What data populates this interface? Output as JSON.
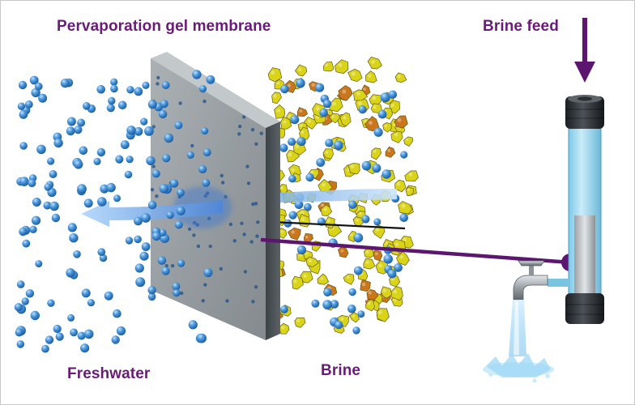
{
  "labels": {
    "membrane": "Pervaporation gel membrane",
    "brine_feed": "Brine feed",
    "freshwater": "Freshwater",
    "brine": "Brine"
  },
  "colors": {
    "label_text": "#6a1b7a",
    "pointer_line": "#5d1670",
    "water_molecule": "#3d8fd6",
    "salt_yellow": "#d9d417",
    "salt_orange": "#c9761c",
    "membrane_face": "#8e9599",
    "tube_body": "#a6dcef",
    "flow_arrow": "#7fb6e8"
  },
  "icons": {
    "water_molecule": "sphere-icon",
    "salt_crystal": "crystal-icon",
    "feed_arrow": "arrow-down-icon",
    "faucet": "faucet-icon"
  }
}
